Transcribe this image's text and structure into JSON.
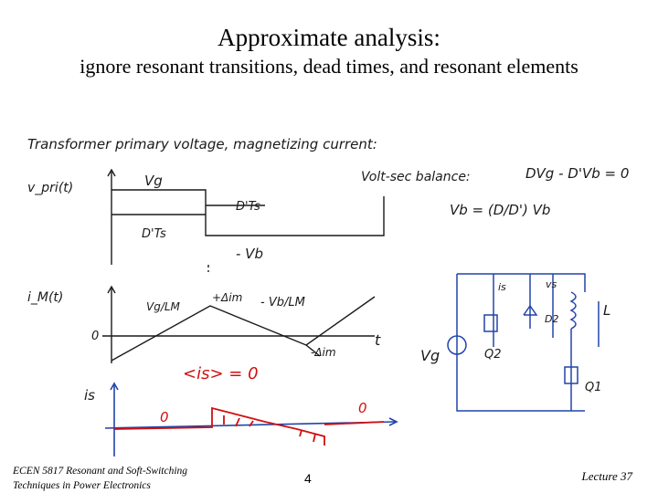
{
  "slide": {
    "title": "Approximate analysis:",
    "subtitle": "ignore resonant transitions, dead times, and resonant elements"
  },
  "notes": {
    "heading": "Transformer primary voltage, magnetizing current:",
    "vpri_label": "v_pri(t)",
    "vg_label": "Vg",
    "dts_top": "D'Ts",
    "dts_bottom": "D'Ts",
    "neg_vb": "- Vb",
    "volt_sec": "Volt-sec balance:",
    "eq1": "DVg - D'Vb = 0",
    "eq2": "Vb = (D/D') Vb",
    "im_label": "i_M(t)",
    "slope_pos": "Vg/LM",
    "peak": "+Δim",
    "slope_neg": "- Vb/LM",
    "trough": "-Δim",
    "zero": "0",
    "t_axis": "t",
    "is_avg": "<is> = 0",
    "is_label": "is",
    "is_zero_left": "0",
    "is_zero_right": "0"
  },
  "circuit": {
    "vg": "Vg",
    "q2": "Q2",
    "q1": "Q1",
    "d2": "D2",
    "l": "L",
    "is": "is",
    "vs": "vs"
  },
  "footer": {
    "course_line1": "ECEN 5817 Resonant and Soft-Switching",
    "course_line2": "Techniques in Power Electronics",
    "page": "4",
    "lecture": "Lecture 37"
  },
  "colors": {
    "ink": "#1a1a1a",
    "red": "#d01010",
    "blue": "#2244aa"
  }
}
